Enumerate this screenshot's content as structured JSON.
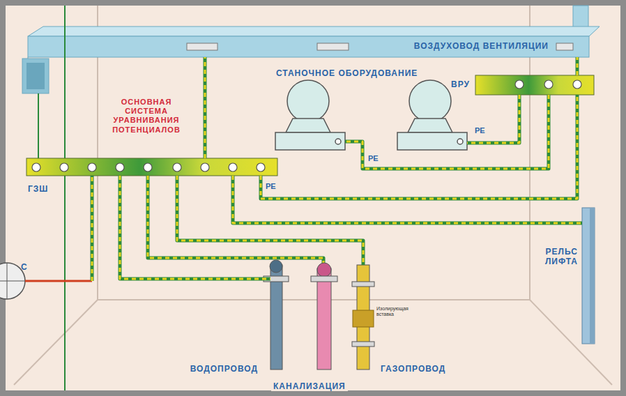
{
  "diagram": {
    "nodes": [
      {
        "text": [
          "ВОЗДУХОВОД ВЕНТИЛЯЦИИ"
        ]
      },
      {
        "text": [
          "СТАНОЧНОЕ ОБОРУДОВАНИЕ"
        ]
      },
      {
        "text": [
          "ВРУ"
        ]
      },
      {
        "text": [
          "ГЗШ"
        ]
      },
      {
        "text": [
          "РЕЛЬС ЛИФТА"
        ]
      },
      {
        "text": [
          "ВОДОПРОВОД"
        ]
      },
      {
        "text": [
          "ГАЗОПРОВОД"
        ]
      }
    ],
    "edges": [
      {
        "from": 2,
        "to": 0,
        "arrow": "none"
      },
      {
        "from": 2,
        "to": 1,
        "label": "PE",
        "arrow": "none"
      },
      {
        "from": 2,
        "to": 1,
        "label": "PE",
        "arrow": "none"
      },
      {
        "from": 3,
        "to": 0,
        "arrow": "none"
      },
      {
        "from": 3,
        "to": 2,
        "label": "PE",
        "arrow": "none"
      },
      {
        "from": 3,
        "to": 4,
        "arrow": "none"
      },
      {
        "from": 3,
        "to": 5,
        "arrow": "none"
      },
      {
        "from": 3,
        "to": 6,
        "arrow": "none"
      }
    ],
    "labels": [
      "ОСНОВНАЯ СИСТЕМА УРАВНИВАНИЯ ПОТЕНЦИАЛОВ",
      "С",
      "Изолирующая вставка",
      "КАНАЛИЗАЦИЯ"
    ]
  }
}
